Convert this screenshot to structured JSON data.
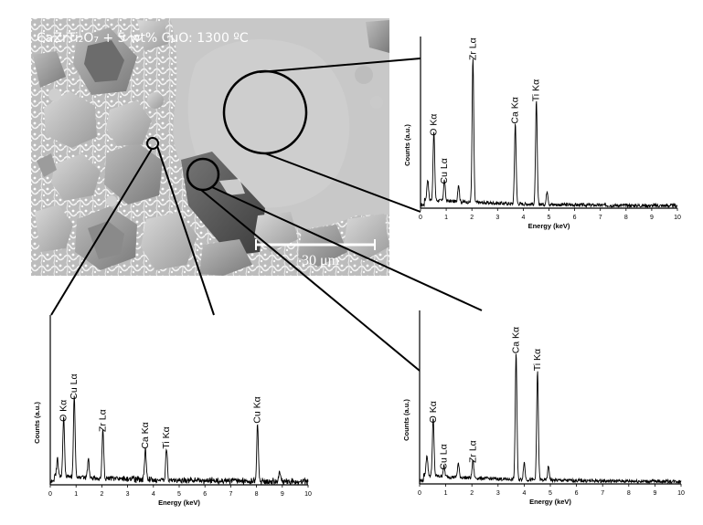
{
  "sem": {
    "title": "CaZrTi₂O₇ + 5 wt% CuO: 1300 ºC",
    "scale_bar": "30 μm"
  },
  "chart_data": [
    {
      "type": "line",
      "id": "spectrum-top-right",
      "xlabel": "Energy (keV)",
      "ylabel": "Counts (a.u.)",
      "xlim": [
        0,
        10
      ],
      "xticks": [
        0,
        1,
        2,
        3,
        4,
        5,
        6,
        7,
        8,
        9,
        10
      ],
      "ylim": [
        0,
        1
      ],
      "peaks": [
        {
          "label": "O Kα",
          "energy": 0.52,
          "height": 0.4
        },
        {
          "label": "Cu Lα",
          "energy": 0.93,
          "height": 0.12
        },
        {
          "label": "Zr Lα",
          "energy": 2.04,
          "height": 0.84
        },
        {
          "label": "Ca Kα",
          "energy": 3.69,
          "height": 0.47
        },
        {
          "label": "Ti Kα",
          "energy": 4.51,
          "height": 0.6
        }
      ],
      "minor_peaks": [
        {
          "energy": 0.28,
          "height": 0.12
        },
        {
          "energy": 1.48,
          "height": 0.1
        },
        {
          "energy": 4.93,
          "height": 0.08
        }
      ]
    },
    {
      "type": "line",
      "id": "spectrum-bottom-left",
      "xlabel": "Energy (keV)",
      "ylabel": "Counts (a.u.)",
      "xlim": [
        0,
        10
      ],
      "xticks": [
        0,
        1,
        2,
        3,
        4,
        5,
        6,
        7,
        8,
        9,
        10
      ],
      "ylim": [
        0,
        1
      ],
      "peaks": [
        {
          "label": "O Kα",
          "energy": 0.52,
          "height": 0.35
        },
        {
          "label": "Cu Lα",
          "energy": 0.93,
          "height": 0.48
        },
        {
          "label": "Zr Lα",
          "energy": 2.04,
          "height": 0.29
        },
        {
          "label": "Ca Kα",
          "energy": 3.69,
          "height": 0.19
        },
        {
          "label": "Ti Kα",
          "energy": 4.51,
          "height": 0.19
        },
        {
          "label": "Cu Kα",
          "energy": 8.04,
          "height": 0.34
        }
      ],
      "minor_peaks": [
        {
          "energy": 0.28,
          "height": 0.1
        },
        {
          "energy": 1.48,
          "height": 0.1
        },
        {
          "energy": 8.9,
          "height": 0.06
        }
      ]
    },
    {
      "type": "line",
      "id": "spectrum-bottom-right",
      "xlabel": "Energy (keV)",
      "ylabel": "Counts (a.u.)",
      "xlim": [
        0,
        10
      ],
      "xticks": [
        0,
        1,
        2,
        3,
        4,
        5,
        6,
        7,
        8,
        9,
        10
      ],
      "ylim": [
        0,
        1
      ],
      "peaks": [
        {
          "label": "O Kα",
          "energy": 0.52,
          "height": 0.33
        },
        {
          "label": "Cu Lα",
          "energy": 0.93,
          "height": 0.06
        },
        {
          "label": "Zr Lα",
          "energy": 2.04,
          "height": 0.1
        },
        {
          "label": "Ca Kα",
          "energy": 3.69,
          "height": 0.73
        },
        {
          "label": "Ti Kα",
          "energy": 4.51,
          "height": 0.63
        }
      ],
      "minor_peaks": [
        {
          "energy": 0.28,
          "height": 0.12
        },
        {
          "energy": 1.48,
          "height": 0.08
        },
        {
          "energy": 4.0,
          "height": 0.1
        },
        {
          "energy": 4.93,
          "height": 0.08
        }
      ]
    }
  ]
}
